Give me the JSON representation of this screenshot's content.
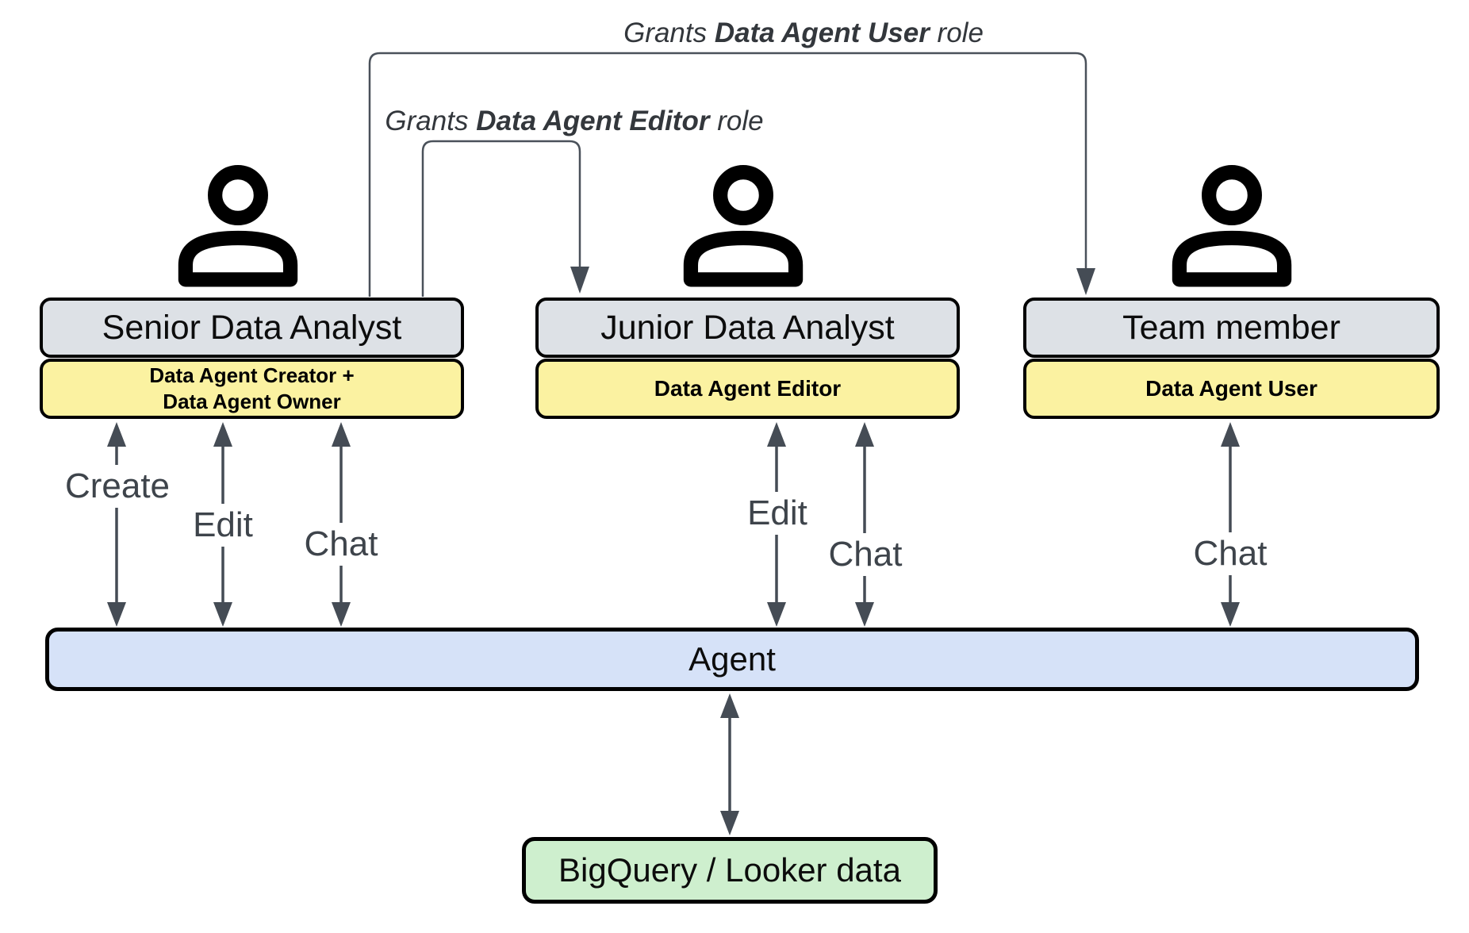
{
  "grants": [
    {
      "prefix": "Grants ",
      "role": "Data Agent User",
      "suffix": " role"
    },
    {
      "prefix": "Grants ",
      "role": "Data Agent Editor",
      "suffix": " role"
    }
  ],
  "personas": [
    {
      "title": "Senior Data Analyst",
      "role_lines": [
        "Data Agent Creator +",
        "Data Agent Owner"
      ],
      "actions": [
        "Create",
        "Edit",
        "Chat"
      ]
    },
    {
      "title": "Junior Data Analyst",
      "role_lines": [
        "Data Agent Editor"
      ],
      "actions": [
        "Edit",
        "Chat"
      ]
    },
    {
      "title": "Team member",
      "role_lines": [
        "Data Agent User"
      ],
      "actions": [
        "Chat"
      ]
    }
  ],
  "agent": {
    "label": "Agent"
  },
  "data_source": {
    "label": "BigQuery / Looker data"
  },
  "colors": {
    "persona_box": "#dde1e6",
    "role_box": "#fbf2a1",
    "agent_bar": "#d6e2f8",
    "data_box": "#ceefce",
    "arrow": "#454c55",
    "border": "#000000"
  }
}
